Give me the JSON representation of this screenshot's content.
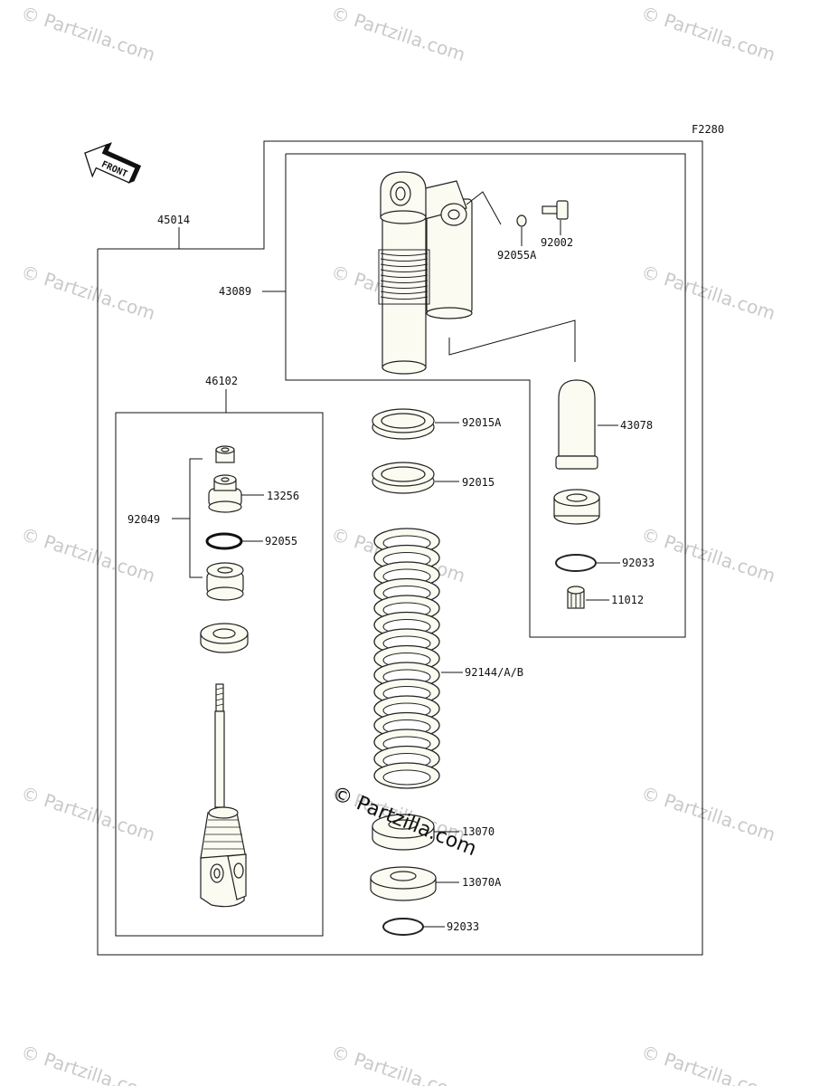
{
  "figure_code": "F2280",
  "front_label": "FRONT",
  "watermark": {
    "text": "© Partzilla.com",
    "center_text": "© Partzilla.com"
  },
  "colors": {
    "part_fill": "#fbfbf2",
    "line": "#111111",
    "watermark": "#c9c9c9"
  },
  "labels": {
    "l45014": "45014",
    "l43089": "43089",
    "l92002": "92002",
    "l92055A": "92055A",
    "l43078": "43078",
    "l46102": "46102",
    "l92015A": "92015A",
    "l92015": "92015",
    "l13256": "13256",
    "l92049": "92049",
    "l92055": "92055",
    "l92033a": "92033",
    "l11012": "11012",
    "l92144": "92144/A/B",
    "l13070": "13070",
    "l13070A": "13070A",
    "l92033b": "92033"
  }
}
